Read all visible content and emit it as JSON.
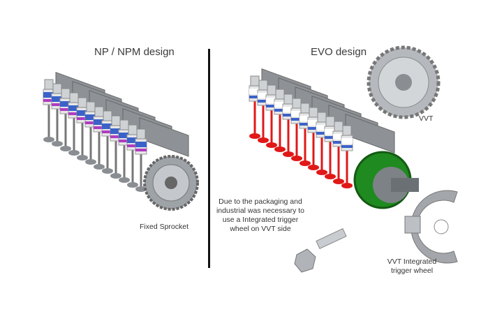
{
  "left": {
    "title": "NP / NPM design",
    "sprocket_label": "Fixed Sprocket"
  },
  "right": {
    "title": "EVO design",
    "vvt_label": "VVT",
    "note": "Due to the packaging and industrial was necessary to use a Integrated trigger wheel on VVT side",
    "trigger_label": "VVT Integrated trigger wheel"
  },
  "colors": {
    "spring_left": "#3b62c9",
    "retainer_left": "#b03cc0",
    "valve_right": "#e01818",
    "vvt_green": "#1f8a1f",
    "metal": "#a9adb2"
  }
}
